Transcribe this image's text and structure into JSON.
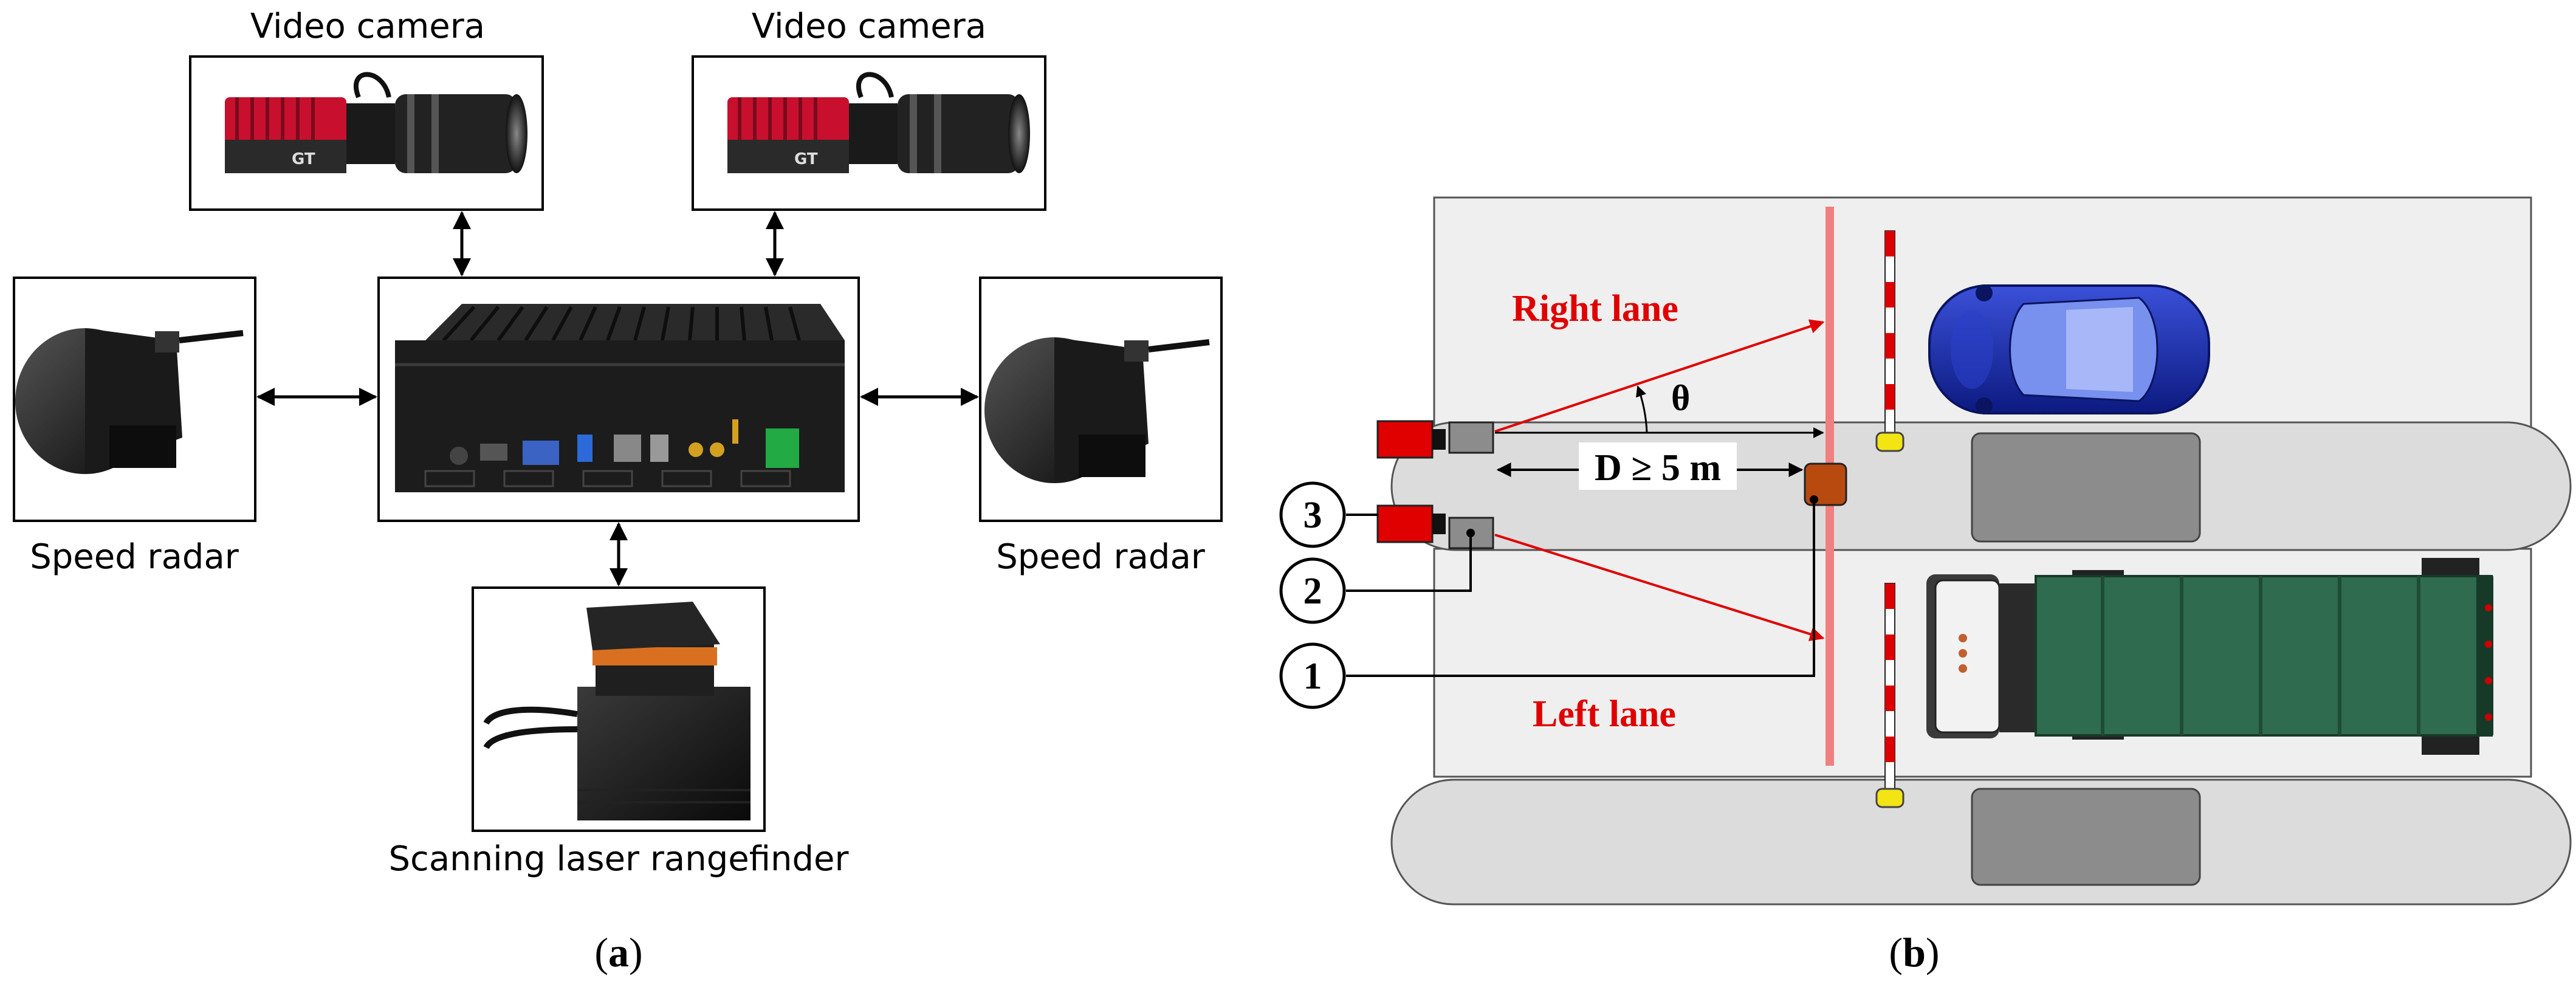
{
  "panel_a": {
    "caption_letter": "a",
    "video_camera_label": "Video camera",
    "speed_radar_label": "Speed radar",
    "rangefinder_label": "Scanning laser rangefinder"
  },
  "panel_b": {
    "caption_letter": "b",
    "right_lane_label": "Right lane",
    "left_lane_label": "Left lane",
    "angle_label": "θ",
    "distance_label": "D ≥ 5 m",
    "marker_1": "1",
    "marker_2": "2",
    "marker_3": "3"
  },
  "colors": {
    "annotation_red": "#e00000",
    "detection_line": "#f08080",
    "camera_red": "#e00000",
    "radar_gray": "#8c8c8c",
    "sensor_brown": "#b84a10",
    "truck_green": "#2f6b4e",
    "car_blue": "#1a2fa8",
    "lane_fill": "#efefef",
    "road_fill": "#dcdcdc"
  },
  "icons": [
    "video-camera-icon",
    "speed-radar-icon",
    "mini-pc-icon",
    "laser-rangefinder-icon",
    "car-icon",
    "truck-icon",
    "barrier-pole-icon"
  ]
}
